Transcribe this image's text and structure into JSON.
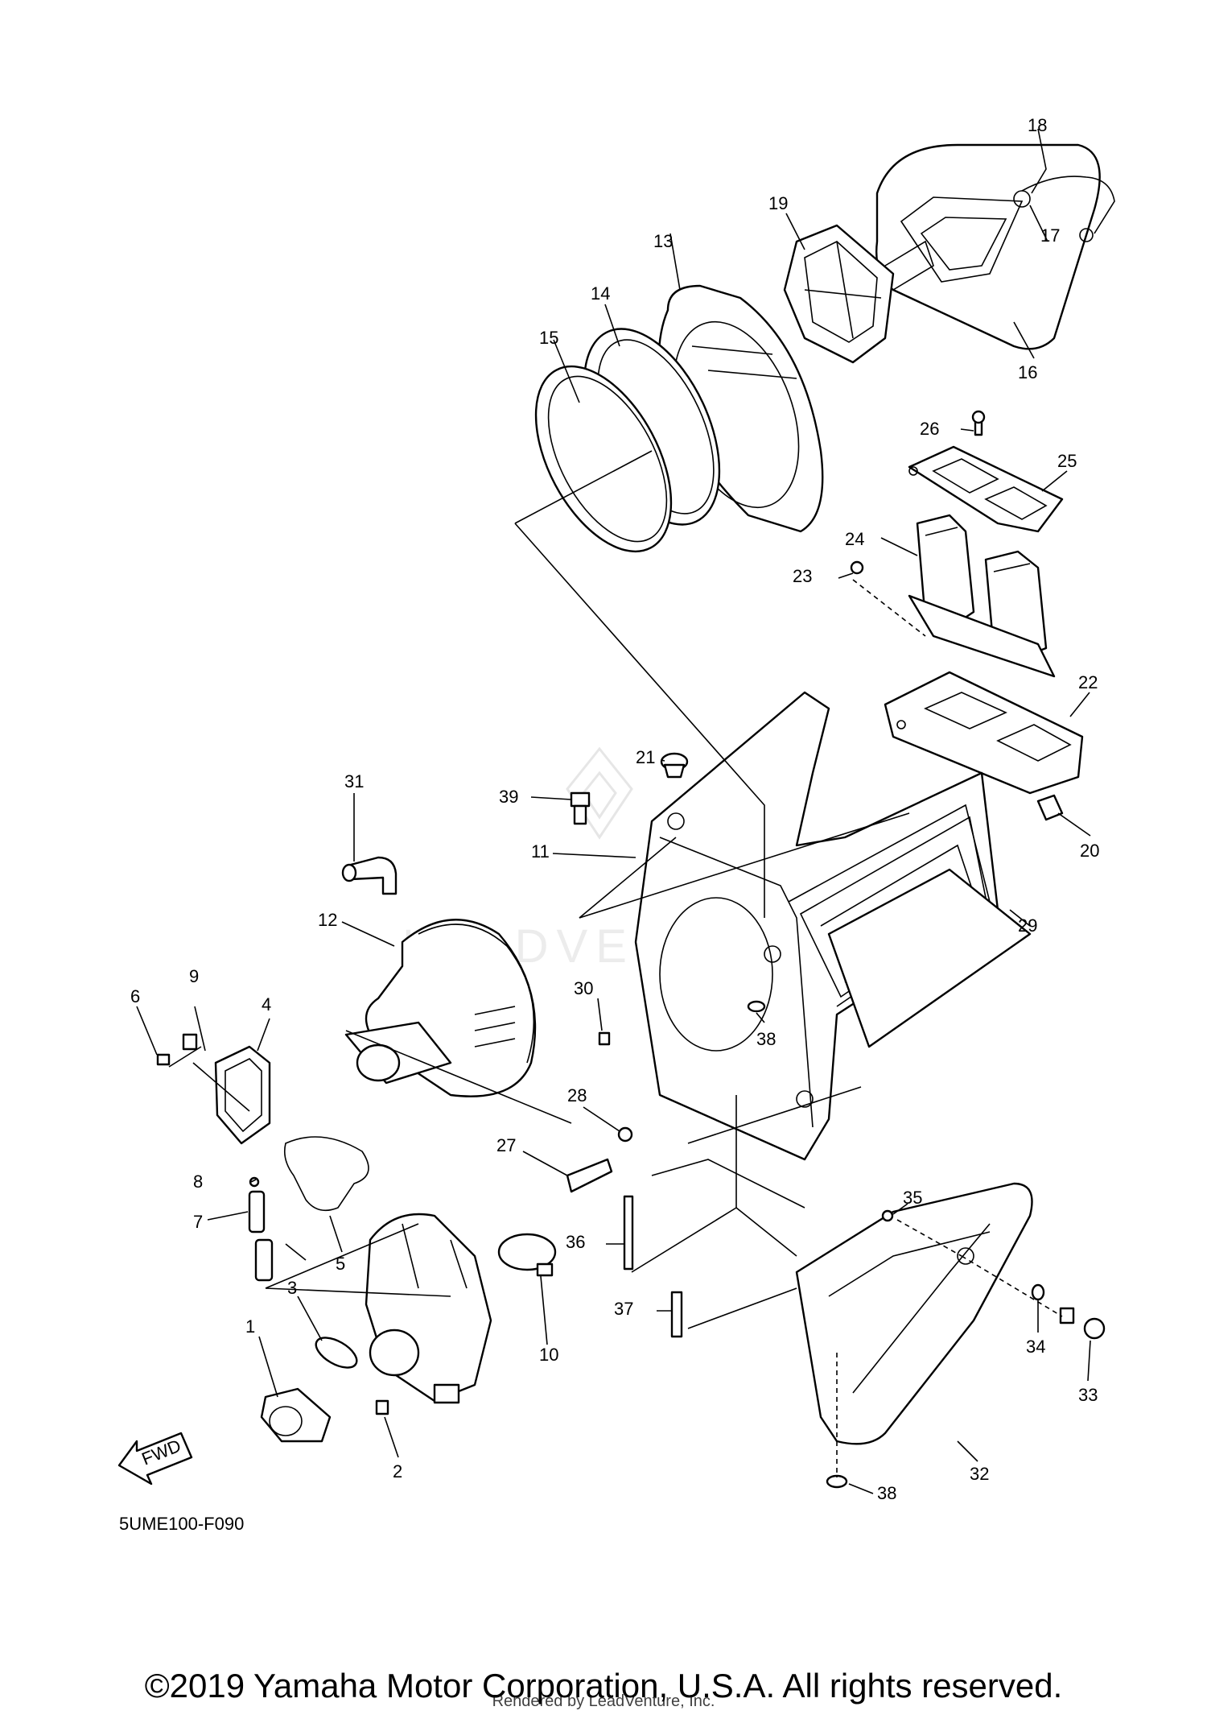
{
  "diagram": {
    "code": "5UME100-F090",
    "fwd_label": "FWD",
    "watermark_text": "LEADVENTURE",
    "callouts": [
      "1",
      "2",
      "3",
      "4",
      "5",
      "6",
      "7",
      "8",
      "9",
      "10",
      "11",
      "12",
      "13",
      "14",
      "15",
      "16",
      "17",
      "18",
      "19",
      "20",
      "21",
      "22",
      "23",
      "24",
      "25",
      "26",
      "27",
      "28",
      "29",
      "30",
      "31",
      "32",
      "33",
      "34",
      "35",
      "36",
      "37",
      "38",
      "38",
      "39"
    ]
  },
  "footer": {
    "copyright": "©2019 Yamaha Motor Corporation, U.S.A. All rights reserved.",
    "rendered_by": "Rendered by LeadVenture, Inc."
  }
}
